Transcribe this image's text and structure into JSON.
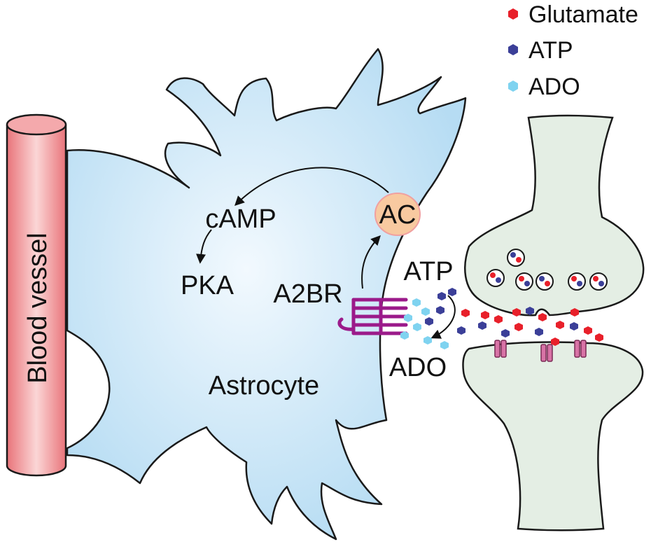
{
  "legend": {
    "items": [
      {
        "label": "Glutamate",
        "color": "#e8202a"
      },
      {
        "label": "ATP",
        "color": "#3b3f98"
      },
      {
        "label": "ADO",
        "color": "#7fd3f0"
      }
    ]
  },
  "labels": {
    "blood_vessel": "Blood vessel",
    "astrocyte": "Astrocyte",
    "camp": "cAMP",
    "pka": "PKA",
    "a2br": "A2BR",
    "ac": "AC",
    "atp": "ATP",
    "ado": "ADO"
  },
  "colors": {
    "astrocyte_fill": "#b6dcf3",
    "neuron_fill": "#e4eee4",
    "vessel_fill": "#f1888c",
    "ac_fill": "#f8c9a0",
    "receptor": "#9b1a8a",
    "postsynaptic_receptor": "#d873a6"
  },
  "icons": [
    "arrow-icon",
    "molecule-dot-icon",
    "vesicle-icon",
    "receptor-icon"
  ]
}
